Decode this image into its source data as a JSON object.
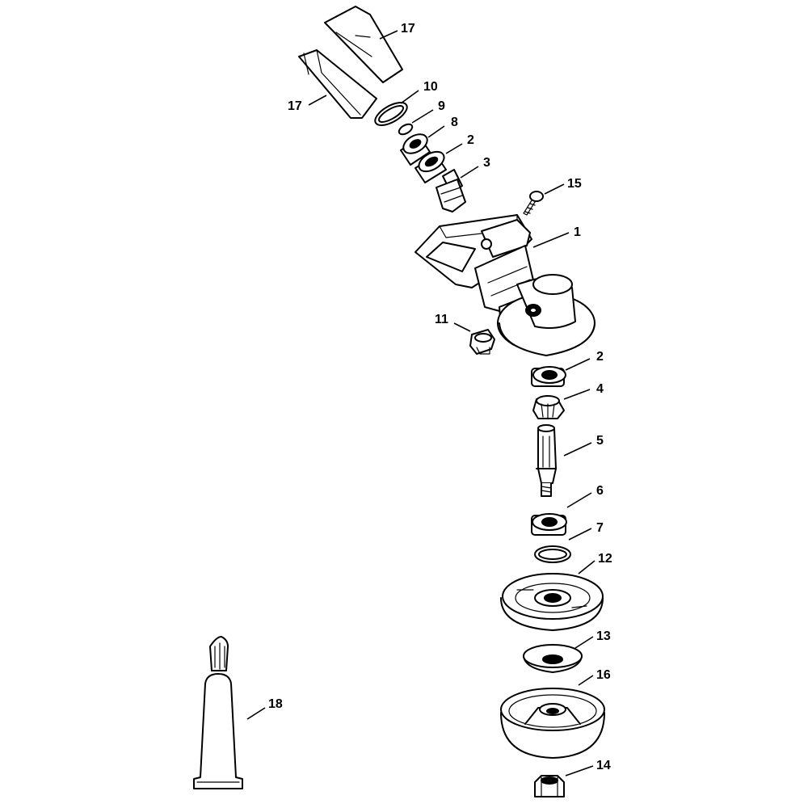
{
  "callouts": [
    {
      "id": "c17a",
      "label": "17"
    },
    {
      "id": "c17b",
      "label": "17"
    },
    {
      "id": "c10",
      "label": "10"
    },
    {
      "id": "c9",
      "label": "9"
    },
    {
      "id": "c8",
      "label": "8"
    },
    {
      "id": "c2a",
      "label": "2"
    },
    {
      "id": "c3",
      "label": "3"
    },
    {
      "id": "c15",
      "label": "15"
    },
    {
      "id": "c1",
      "label": "1"
    },
    {
      "id": "c11",
      "label": "11"
    },
    {
      "id": "c2b",
      "label": "2"
    },
    {
      "id": "c4",
      "label": "4"
    },
    {
      "id": "c5",
      "label": "5"
    },
    {
      "id": "c6",
      "label": "6"
    },
    {
      "id": "c7",
      "label": "7"
    },
    {
      "id": "c12",
      "label": "12"
    },
    {
      "id": "c13",
      "label": "13"
    },
    {
      "id": "c16",
      "label": "16"
    },
    {
      "id": "c14",
      "label": "14"
    },
    {
      "id": "c18",
      "label": "18"
    }
  ]
}
